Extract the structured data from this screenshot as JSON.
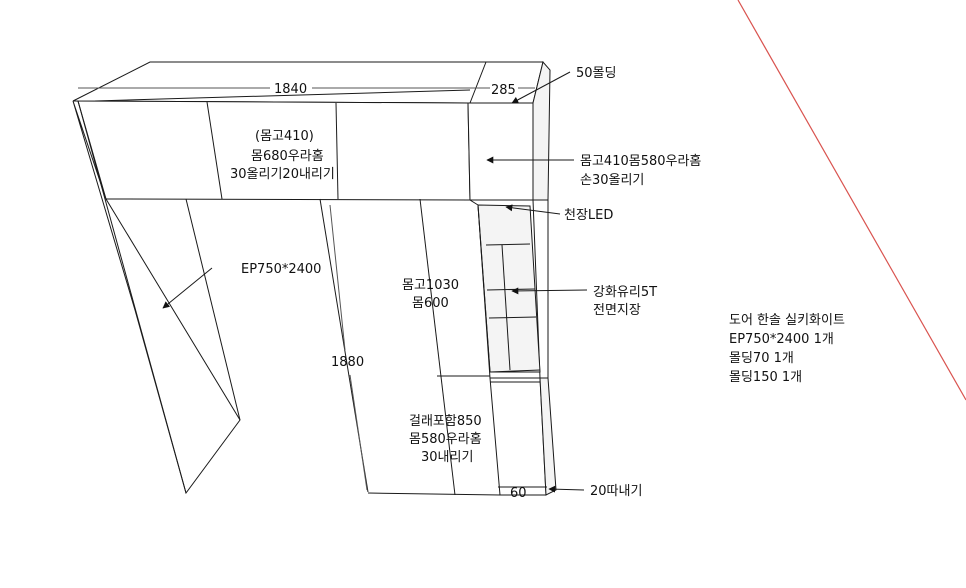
{
  "dimensions": {
    "top_width": "1840",
    "top_depth": "285",
    "height": "1880",
    "plinth": "60"
  },
  "callouts": {
    "molding": "50몰딩",
    "upper_box": [
      "(몸고410)",
      "몸680우라홈",
      "30올리기20내리기"
    ],
    "upper_right": [
      "몸고410몸580우라홈",
      "손30올리기"
    ],
    "ceiling_led": "천장LED",
    "side_panel": "EP750*2400",
    "tall_body": [
      "몸고1030",
      "몸600"
    ],
    "glass": [
      "강화유리5T",
      "전면지장"
    ],
    "lower_box": [
      "걸래포함850",
      "몸580우라홈",
      "30내리기"
    ],
    "bottom_note": "20따내기"
  },
  "notes": [
    "도어 한솔 실키화이트",
    "EP750*2400 1개",
    "몰딩70 1개",
    "몰딩150 1개"
  ]
}
